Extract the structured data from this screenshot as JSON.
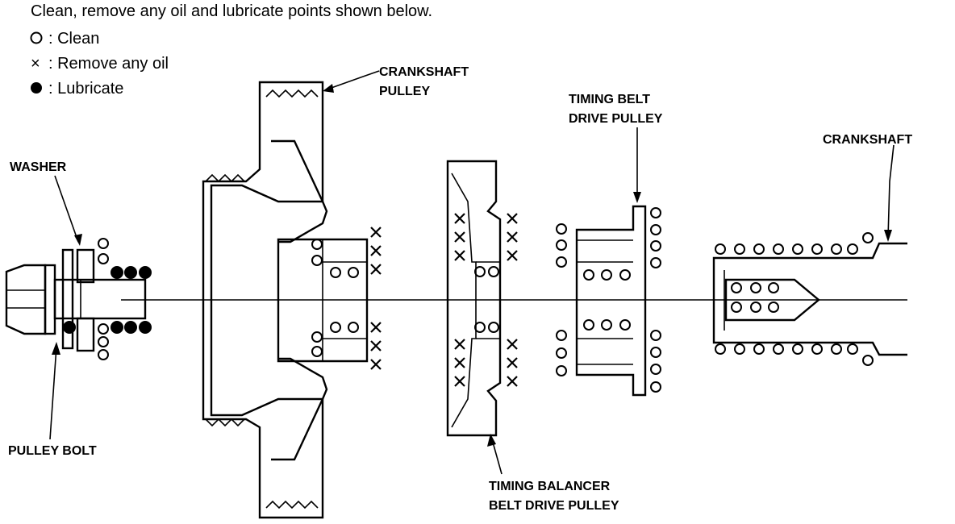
{
  "instruction": "Clean, remove any oil and lubricate points shown below.",
  "legend": [
    {
      "symbol": "clean",
      "text": ": Clean"
    },
    {
      "symbol": "remove-oil",
      "text": ": Remove any oil"
    },
    {
      "symbol": "lubricate",
      "text": ": Lubricate"
    }
  ],
  "labels": {
    "crankshaft_pulley": [
      "CRANKSHAFT",
      "PULLEY"
    ],
    "timing_belt_drive_pulley": [
      "TIMING BELT",
      "DRIVE PULLEY"
    ],
    "crankshaft": [
      "CRANKSHAFT"
    ],
    "washer": [
      "WASHER"
    ],
    "pulley_bolt": [
      "PULLEY BOLT"
    ],
    "timing_balancer_belt_drive_pulley": [
      "TIMING BALANCER",
      "BELT DRIVE PULLEY"
    ]
  },
  "colors": {
    "ink": "#000000",
    "paper": "#ffffff"
  }
}
